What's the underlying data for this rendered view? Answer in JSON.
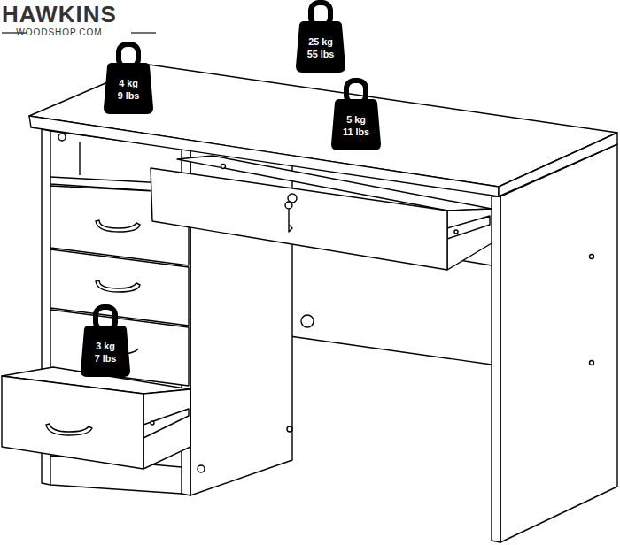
{
  "diagram": {
    "nodes": [
      {
        "text": [
          "25 kg",
          "55 lbs"
        ]
      },
      {
        "text": [
          "4 kg",
          "9 lbs"
        ]
      },
      {
        "text": [
          "5 kg",
          "11 lbs"
        ]
      },
      {
        "text": [
          "3 kg",
          "7 lbs"
        ]
      }
    ],
    "labels": [
      "HAWKINS",
      "WOODSHOP.COM"
    ]
  }
}
